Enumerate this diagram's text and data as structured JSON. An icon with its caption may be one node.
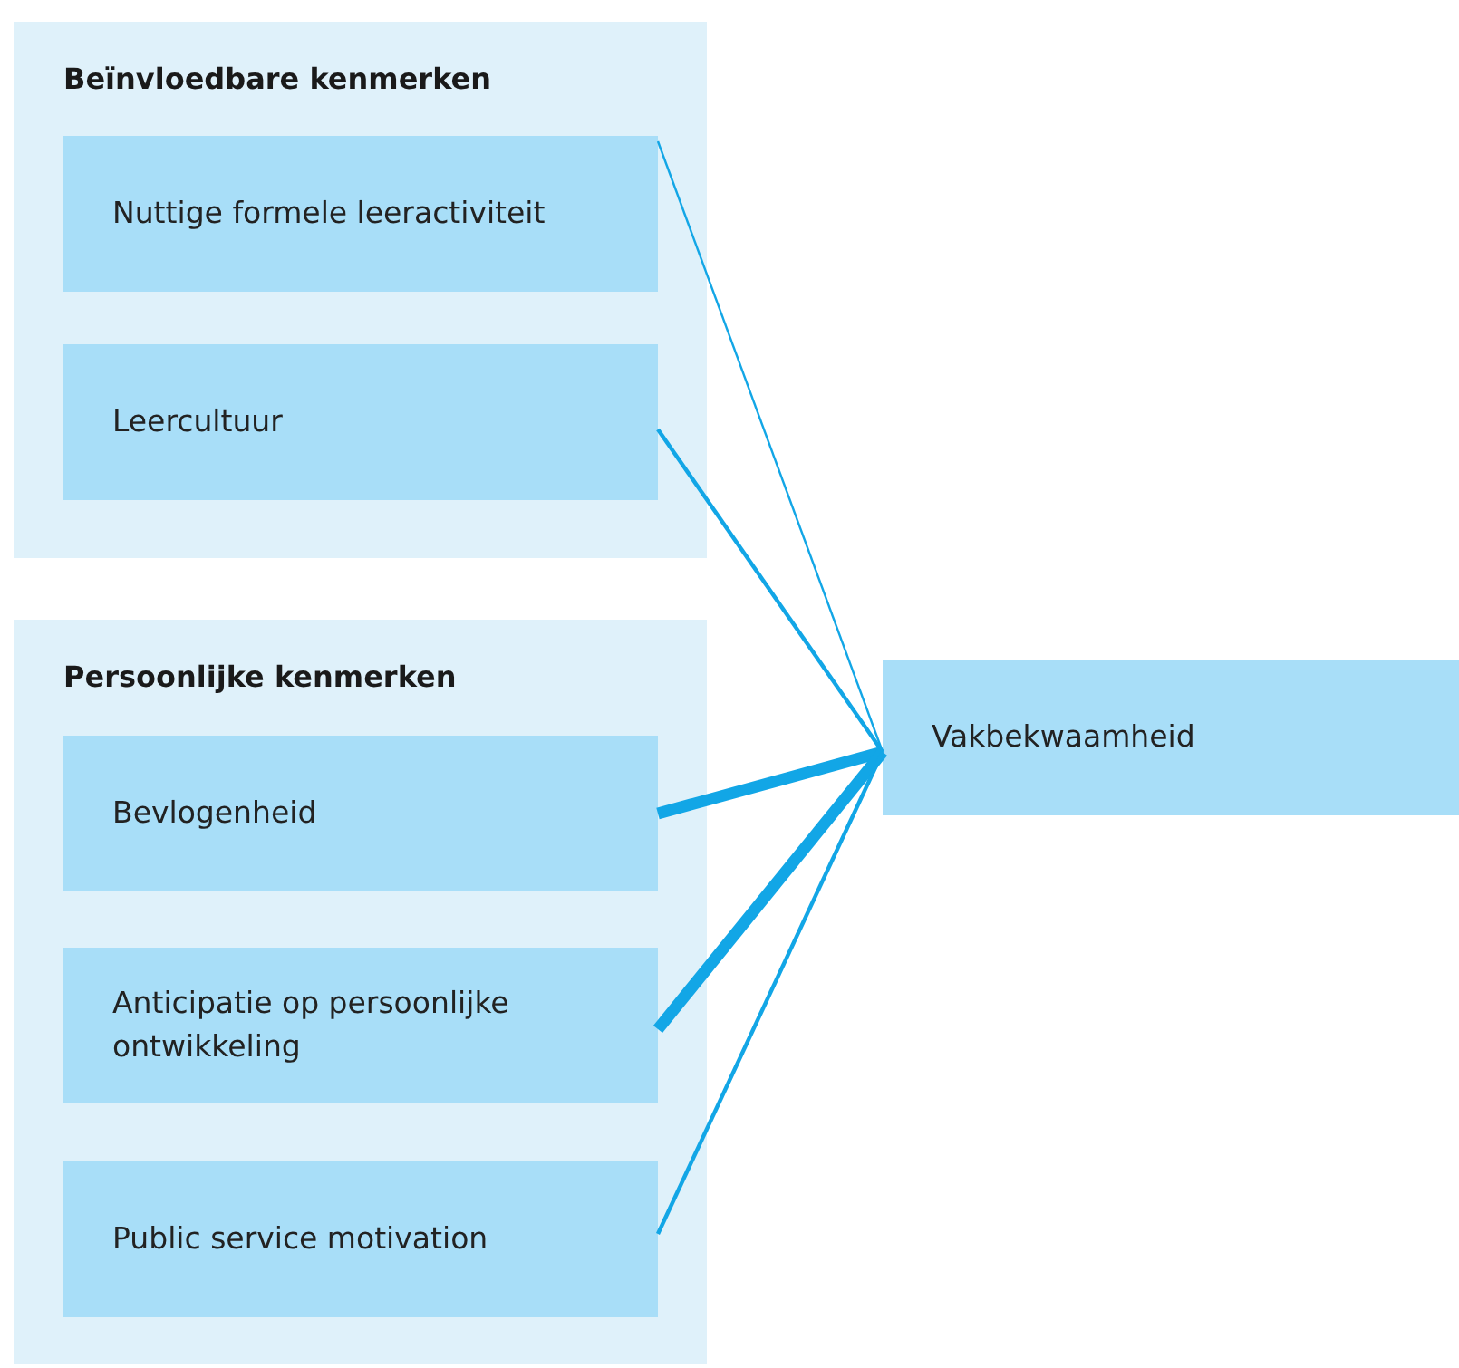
{
  "diagram": {
    "nodes": [
      {
        "text": [
          "Beïnvloedbare kenmerken"
        ]
      },
      {
        "text": [
          "Nuttige formele leeractiviteit"
        ],
        "in": 0
      },
      {
        "text": [
          "Leercultuur"
        ],
        "in": 0
      },
      {
        "text": [
          "Persoonlijke kenmerken"
        ]
      },
      {
        "text": [
          "Bevlogenheid"
        ],
        "in": 3
      },
      {
        "text": [
          "Anticipatie op persoonlijke ontwikkeling"
        ],
        "in": 3
      },
      {
        "text": [
          "Public service motivation"
        ],
        "in": 3
      },
      {
        "text": [
          "Vakbekwaamheid"
        ]
      }
    ],
    "edges": [
      {
        "from": 1,
        "to": 7,
        "arrow": "none"
      },
      {
        "from": 2,
        "to": 7,
        "arrow": "none"
      },
      {
        "from": 4,
        "to": 7,
        "arrow": "none",
        "style": "thick"
      },
      {
        "from": 5,
        "to": 7,
        "arrow": "none",
        "style": "thick"
      },
      {
        "from": 6,
        "to": 7,
        "arrow": "none"
      }
    ]
  }
}
